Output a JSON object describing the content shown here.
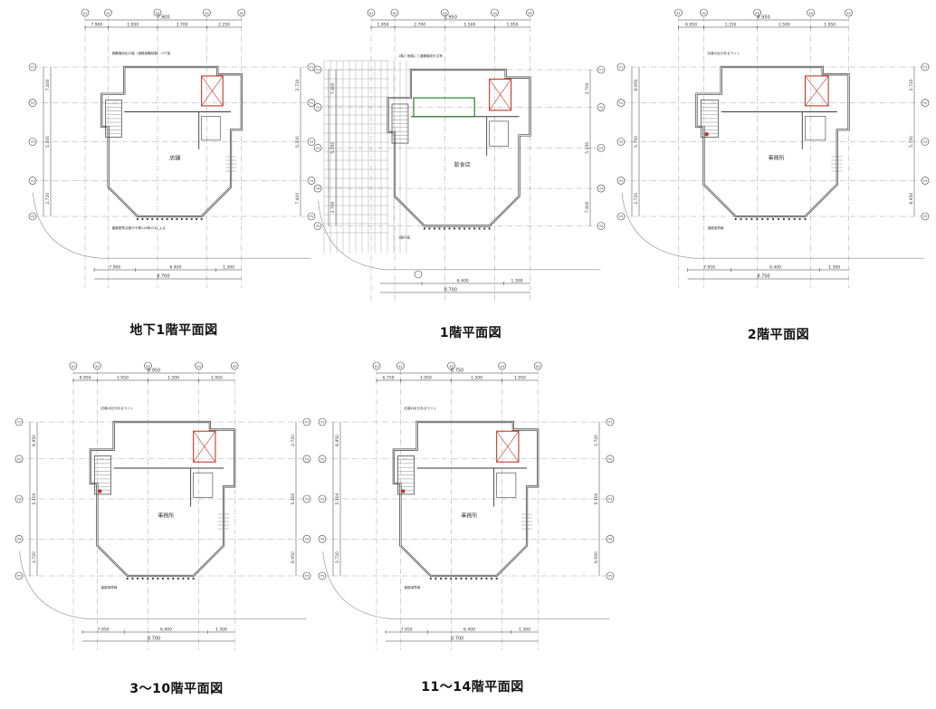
{
  "plans": [
    {
      "id": "b1",
      "caption": "地下1階平面図",
      "room_name": "店舗",
      "overall_dim": "8.700",
      "top_dims": [
        "7.900",
        "1.950",
        "3.700",
        "2.250"
      ],
      "bottom_dims": [
        "7.900",
        "6.400",
        "1.300"
      ],
      "side_dims": [
        "7.400",
        "5.100",
        "2.720"
      ],
      "note_lines": [
        "避難階段出口幅（道路避難経路）・FIT扱",
        "建築基準法施行令第126条の3による"
      ],
      "grid_marks": [
        "X1",
        "X2",
        "X3",
        "X4",
        "X5",
        "Y1",
        "Y2",
        "Y3",
        "Y4",
        "Y5"
      ]
    },
    {
      "id": "f1",
      "caption": "1階平面図",
      "room_name": "飲食店",
      "overall_dim": "8.700",
      "top_dims": [
        "1.950",
        "2.700",
        "1.500",
        "1.950"
      ],
      "bottom_dims": [
        "6.400",
        "1.300"
      ],
      "side_dims": [
        "7.400",
        "5.150",
        "2.700"
      ],
      "note_lines": [
        "1階と地階にて避難階段を共有",
        "1階平面"
      ],
      "grid_marks": [
        "X1",
        "X2",
        "X3",
        "X4",
        "X5",
        "Y1",
        "Y2",
        "Y3",
        "Y4",
        "Y5"
      ]
    },
    {
      "id": "f2",
      "caption": "2階平面図",
      "room_name": "事務所",
      "overall_dim": "8.700",
      "top_dims": [
        "6.950",
        "1.150",
        "1.500",
        "1.950"
      ],
      "bottom_dims": [
        "7.950",
        "6.400",
        "1.300"
      ],
      "side_dims": [
        "6.950",
        "5.750",
        "2.720"
      ],
      "note_lines": [
        "旧道の区分あるライン",
        "道路境界線"
      ],
      "grid_marks": [
        "X1",
        "X2",
        "X3",
        "X4",
        "X5",
        "Y1",
        "Y2",
        "Y3",
        "Y4",
        "Y5"
      ]
    },
    {
      "id": "f3_10",
      "caption": "3〜10階平面図",
      "room_name": "事務所",
      "overall_dim": "8.700",
      "top_dims": [
        "6.950",
        "1.950",
        "1.500",
        "1.950"
      ],
      "bottom_dims": [
        "7.950",
        "6.400",
        "1.300"
      ],
      "side_dims": [
        "6.950",
        "5.100",
        "2.720"
      ],
      "note_lines": [
        "旧道の区分あるライン",
        "道路境界線"
      ],
      "grid_marks": [
        "X1",
        "X2",
        "X3",
        "X4",
        "X5",
        "Y1",
        "Y2",
        "Y3",
        "Y4",
        "Y5"
      ]
    },
    {
      "id": "f11_14",
      "caption": "11〜14階平面図",
      "room_name": "事務所",
      "overall_dim": "8.700",
      "top_dims": [
        "6.750",
        "1.950",
        "1.500",
        "1.950"
      ],
      "bottom_dims": [
        "7.950",
        "6.400",
        "1.300"
      ],
      "side_dims": [
        "6.950",
        "5.100",
        "2.720"
      ],
      "note_lines": [
        "旧道の区分あるライン",
        "道路境界線"
      ],
      "grid_marks": [
        "X1",
        "X2",
        "X3",
        "X4",
        "X5",
        "Y1",
        "Y2",
        "Y3",
        "Y4",
        "Y5"
      ]
    }
  ],
  "colors": {
    "linework": "#3a3a3a",
    "fine": "#8a8a8a",
    "accent_red": "#c0392b",
    "accent_green": "#2e7d32",
    "caption": "#111111"
  }
}
